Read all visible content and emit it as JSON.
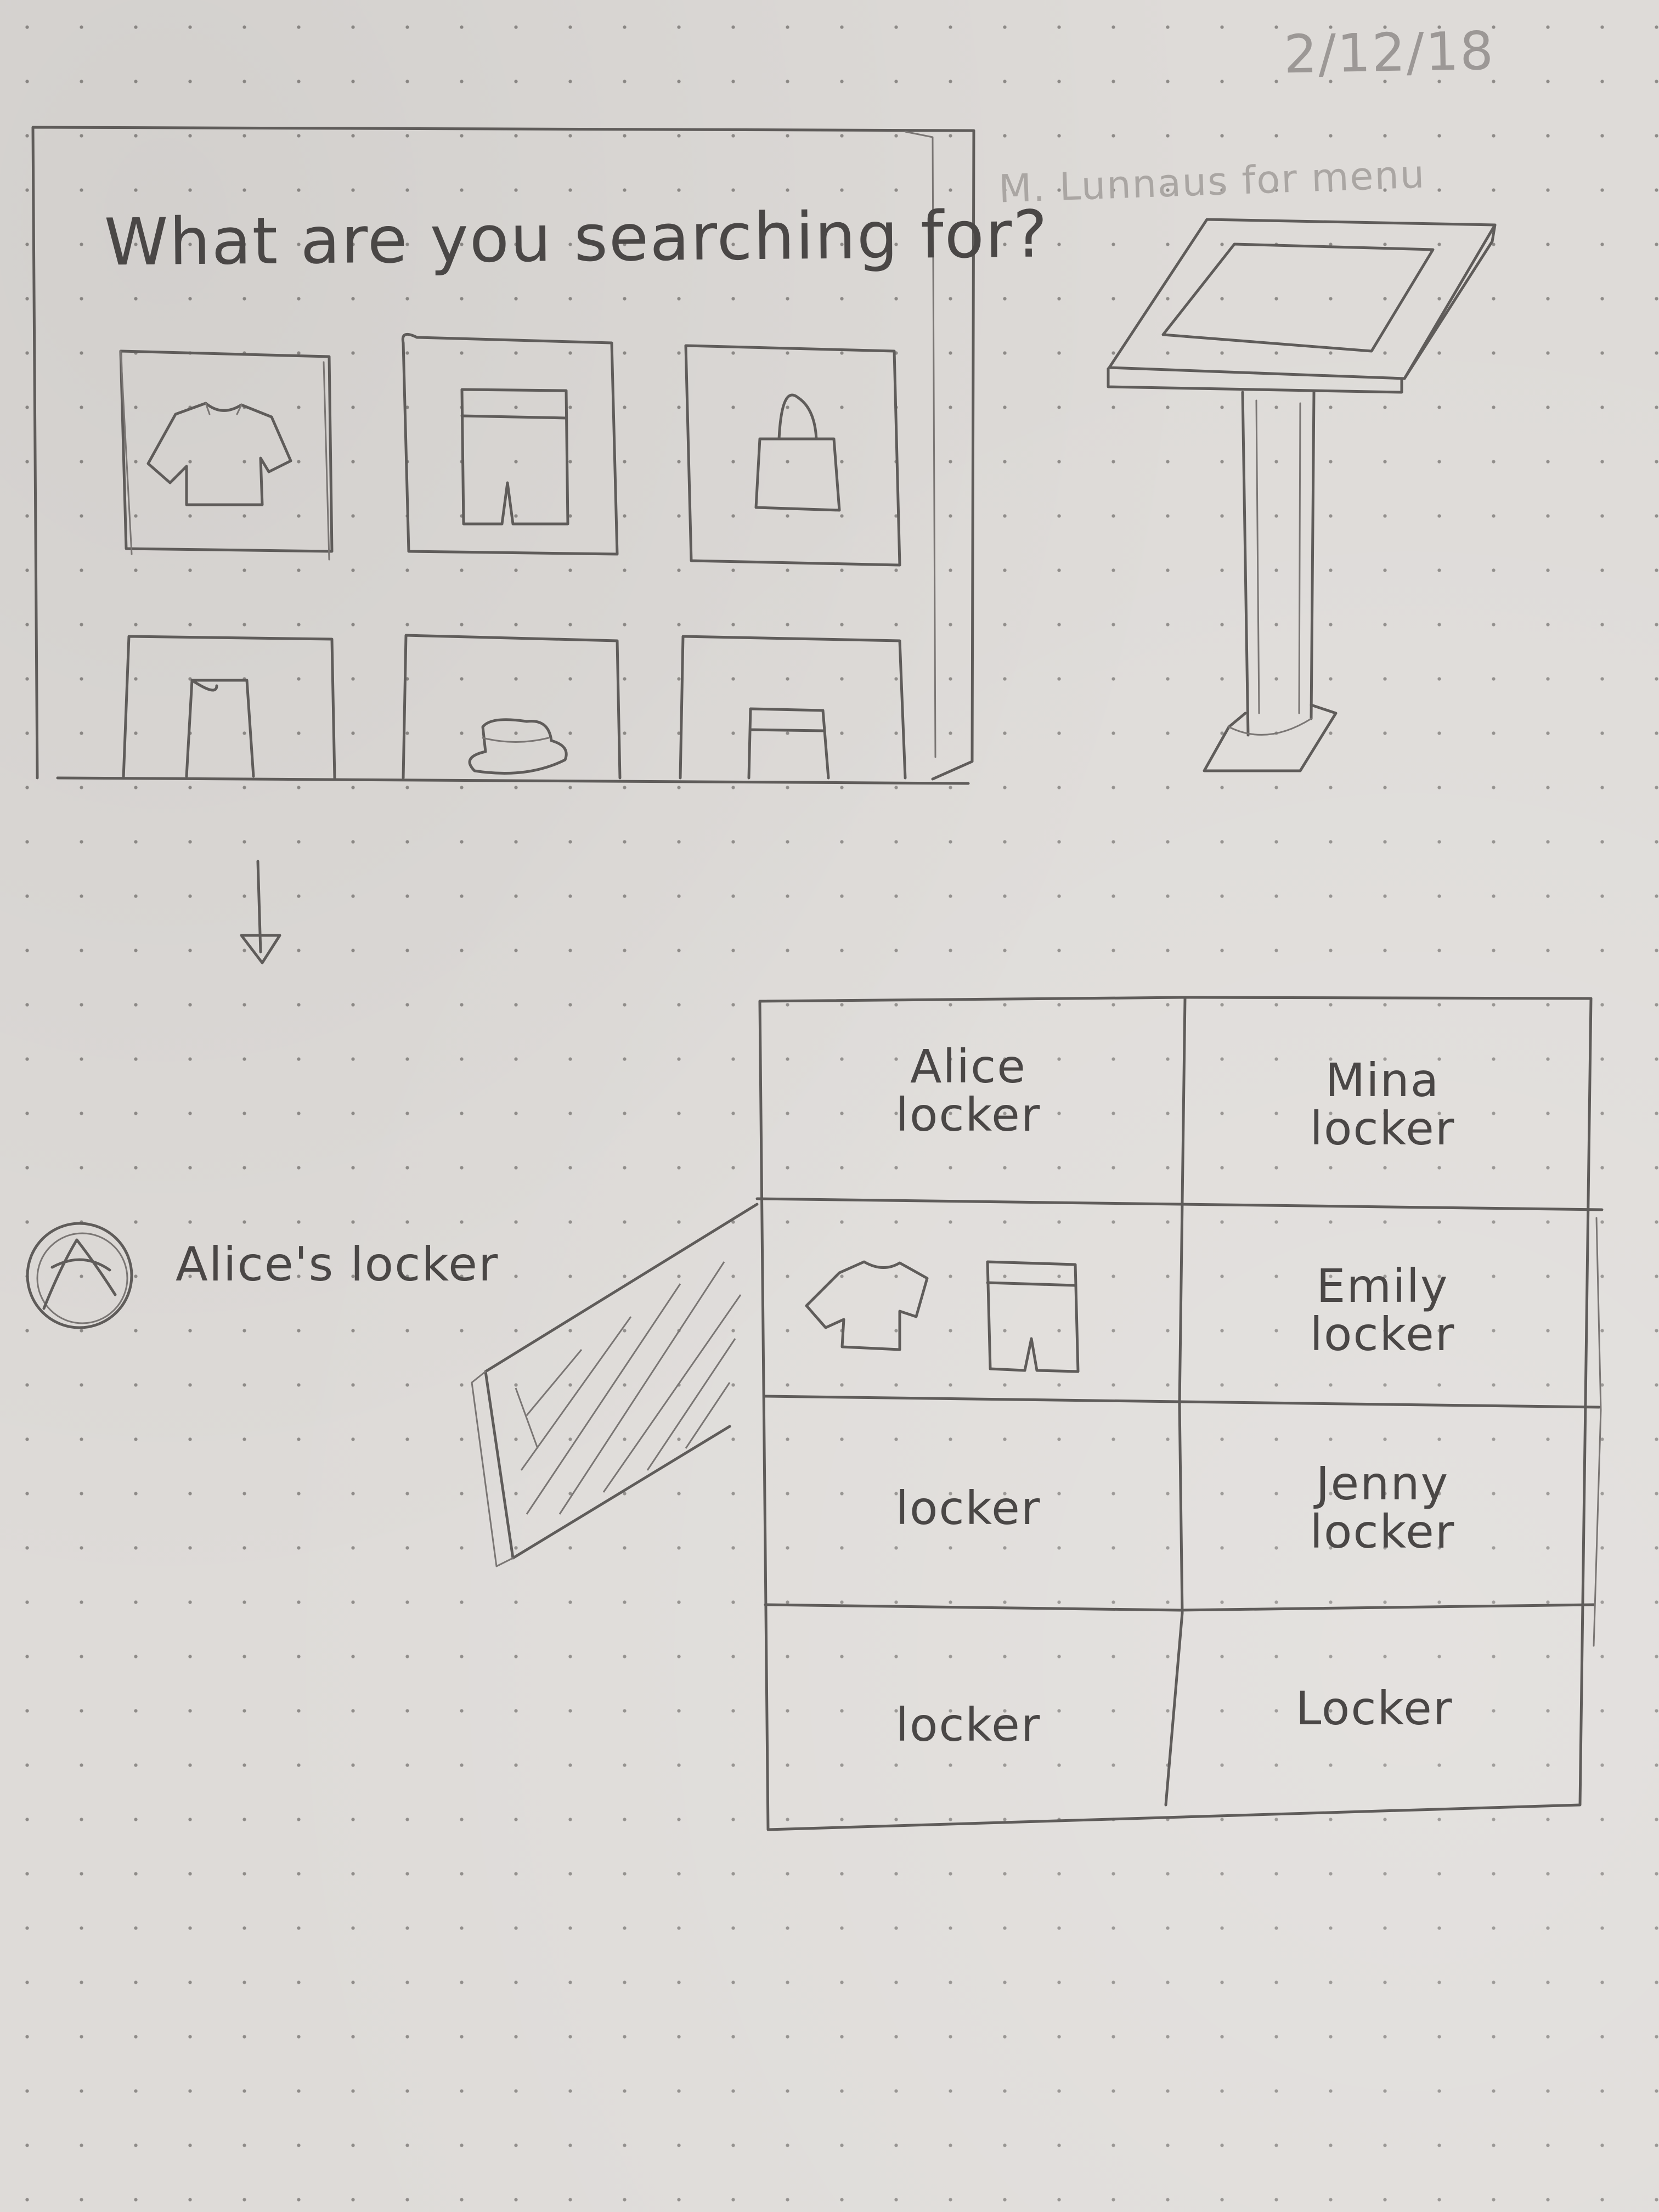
{
  "page": {
    "date": "2/12/18",
    "faded_note": "M. Lunnaus  for menu"
  },
  "kiosk_screen": {
    "question": "What are you searching for?",
    "categories": [
      {
        "icon": "sweater-icon"
      },
      {
        "icon": "shorts-icon"
      },
      {
        "icon": "handbag-icon"
      },
      {
        "icon": "pants-icon"
      },
      {
        "icon": "hat-icon"
      },
      {
        "icon": "skirt-icon"
      }
    ]
  },
  "kiosk_stand": {
    "icon": "kiosk-stand-icon"
  },
  "flow_arrow": {
    "icon": "arrow-down-icon"
  },
  "profile": {
    "avatar_icon": "avatar-icon",
    "name": "Alice's locker"
  },
  "locker_grid": {
    "cells": [
      {
        "label": "Alice\nlocker"
      },
      {
        "label": "Mina\nlocker"
      },
      {
        "open_contents": [
          "tshirt-icon",
          "shorts-icon"
        ]
      },
      {
        "label": "Emily\nlocker"
      },
      {
        "label": "locker"
      },
      {
        "label": "Jenny\nlocker"
      },
      {
        "label": "locker"
      },
      {
        "label": "Locker"
      }
    ]
  }
}
